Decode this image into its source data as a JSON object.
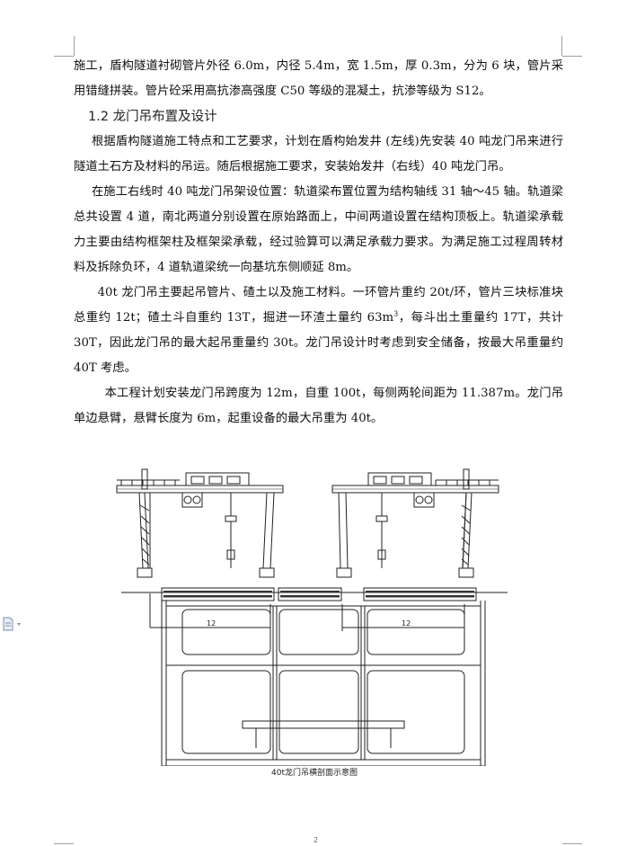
{
  "paragraphs": {
    "p1": "施工，盾构隧道衬砌管片外径 6.0m，内径 5.4m，宽 1.5m，厚 0.3m，分为 6 块，管片采用错缝拼装。管片砼采用高抗渗高强度 C50 等级的混凝土，抗渗等级为 S12。",
    "heading": "1.2 龙门吊布置及设计",
    "p2": "根据盾构隧道施工特点和工艺要求，计划在盾构始发井 (左线)先安装 40 吨龙门吊来进行隧道土石方及材料的吊运。随后根据施工要求，安装始发井（右线）40 吨龙门吊。",
    "p3": "在施工右线时 40 吨龙门吊架设位置：轨道梁布置位置为结构轴线 31 轴～45 轴。轨道梁总共设置 4 道，南北两道分别设置在原始路面上，中间两道设置在结构顶板上。轨道梁承载力主要由结构框架柱及框架梁承载，经过验算可以满足承载力要求。为满足施工过程周转材料及拆除负环，4 道轨道梁统一向基坑东侧顺延 8m。",
    "p4_before_sup": "40t 龙门吊主要起吊管片、碴土以及施工材料。一环管片重约 20t/环，管片三块标准块总重约 12t；碴土斗自重约 13T，掘进一环渣土量约 63m",
    "p4_sup": "3",
    "p4_after_sup": "，每斗出土重量约 17T，共计 30T，因此龙门吊的最大起吊重量约 30t。龙门吊设计时考虑到安全储备，按最大吊重量约 40T 考虑。",
    "p5": "本工程计划安装龙门吊跨度为 12m，自重 100t，每侧两轮间距为 11.387m。龙门吊单边悬臂，悬臂长度为 6m，起重设备的最大吊重为 40t。"
  },
  "figure": {
    "caption": "40t龙门吊横剖面示意图",
    "span_left_label": "12",
    "span_right_label": "12"
  },
  "page": {
    "number": "2"
  },
  "icons": {
    "side_icon": "document-icon"
  }
}
